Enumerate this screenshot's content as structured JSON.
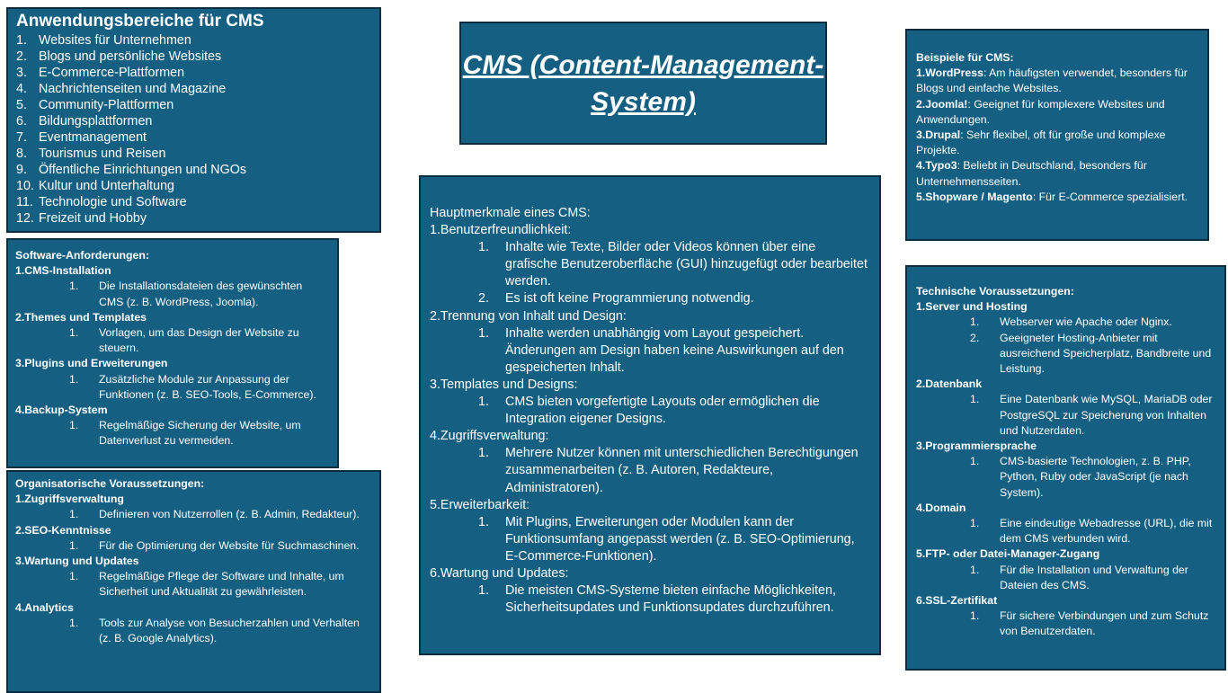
{
  "title": "CMS (Content-Management-System)",
  "applications": {
    "heading": "Anwendungsbereiche für CMS",
    "items": [
      "Websites für Unternehmen",
      "Blogs und persönliche Websites",
      "E-Commerce-Plattformen",
      "Nachrichtenseiten und Magazine",
      "Community-Plattformen",
      "Bildungsplattformen",
      "Eventmanagement",
      "Tourismus und Reisen",
      "Öffentliche Einrichtungen und NGOs",
      "Kultur und Unterhaltung",
      "Technologie und Software",
      "Freizeit und Hobby"
    ]
  },
  "software": {
    "heading": "Software-Anforderungen:",
    "sections": [
      {
        "title": "1.CMS-Installation",
        "subs": [
          "Die Installationsdateien des gewünschten CMS (z. B. WordPress, Joomla)."
        ]
      },
      {
        "title": "2.Themes und Templates",
        "subs": [
          "Vorlagen, um das Design der Website zu steuern."
        ]
      },
      {
        "title": "3.Plugins und Erweiterungen",
        "subs": [
          "Zusätzliche Module zur Anpassung der Funktionen (z. B. SEO-Tools, E-Commerce)."
        ]
      },
      {
        "title": "4.Backup-System",
        "subs": [
          "Regelmäßige Sicherung der Website, um Datenverlust zu vermeiden."
        ]
      }
    ]
  },
  "organisational": {
    "heading": "Organisatorische Voraussetzungen:",
    "sections": [
      {
        "title": "1.Zugriffsverwaltung",
        "subs": [
          "Definieren von Nutzerrollen (z. B. Admin, Redakteur)."
        ]
      },
      {
        "title": "2.SEO-Kenntnisse",
        "subs": [
          "Für die Optimierung der Website für Suchmaschinen."
        ]
      },
      {
        "title": "3.Wartung und Updates",
        "subs": [
          "Regelmäßige Pflege der Software und Inhalte, um Sicherheit und Aktualität zu gewährleisten."
        ]
      },
      {
        "title": "4.Analytics",
        "subs": [
          "Tools zur Analyse von Besucherzahlen und Verhalten (z. B. Google Analytics)."
        ]
      }
    ]
  },
  "features": {
    "heading": "Hauptmerkmale eines CMS:",
    "sections": [
      {
        "title": "1.Benutzerfreundlichkeit:",
        "subs": [
          "Inhalte wie Texte, Bilder oder Videos können über eine grafische Benutzeroberfläche (GUI) hinzugefügt oder bearbeitet werden.",
          "Es ist oft keine Programmierung notwendig."
        ]
      },
      {
        "title": "2.Trennung von Inhalt und Design:",
        "subs": [
          "Inhalte werden unabhängig vom Layout gespeichert. Änderungen am Design haben keine Auswirkungen auf den gespeicherten Inhalt."
        ]
      },
      {
        "title": "3.Templates und Designs:",
        "subs": [
          "CMS bieten vorgefertigte Layouts oder ermöglichen die Integration eigener Designs."
        ]
      },
      {
        "title": "4.Zugriffsverwaltung:",
        "subs": [
          "Mehrere Nutzer können mit unterschiedlichen Berechtigungen zusammenarbeiten (z. B. Autoren, Redakteure, Administratoren)."
        ]
      },
      {
        "title": "5.Erweiterbarkeit:",
        "subs": [
          "Mit Plugins, Erweiterungen oder Modulen kann der Funktionsumfang angepasst werden (z. B. SEO-Optimierung, E-Commerce-Funktionen)."
        ]
      },
      {
        "title": "6.Wartung und Updates:",
        "subs": [
          "Die meisten CMS-Systeme bieten einfache Möglichkeiten, Sicherheitsupdates und Funktionsupdates durchzuführen."
        ]
      }
    ]
  },
  "examples": {
    "heading": "Beispiele für CMS:",
    "items": [
      {
        "name": "1.WordPress",
        "text": ": Am häufigsten verwendet, besonders für Blogs und einfache Websites."
      },
      {
        "name": "2.Joomla!",
        "text": ": Geeignet für komplexere Websites und Anwendungen."
      },
      {
        "name": "3.Drupal",
        "text": ": Sehr flexibel, oft für große und komplexe Projekte."
      },
      {
        "name": "4.Typo3",
        "text": ": Beliebt in Deutschland, besonders für Unternehmensseiten."
      },
      {
        "name": "5.Shopware / Magento",
        "text": ": Für E-Commerce spezialisiert."
      }
    ]
  },
  "technical": {
    "heading": "Technische Voraussetzungen:",
    "sections": [
      {
        "title": "1.Server und Hosting",
        "subs": [
          "Webserver wie Apache oder Nginx.",
          "Geeigneter Hosting-Anbieter mit ausreichend Speicherplatz, Bandbreite und Leistung."
        ]
      },
      {
        "title": "2.Datenbank",
        "subs": [
          "Eine Datenbank wie MySQL, MariaDB oder PostgreSQL zur Speicherung von Inhalten und Nutzerdaten."
        ]
      },
      {
        "title": "3.Programmiersprache",
        "subs": [
          "CMS-basierte Technologien, z. B. PHP, Python, Ruby oder JavaScript (je nach System)."
        ]
      },
      {
        "title": "4.Domain",
        "subs": [
          "Eine eindeutige Webadresse (URL), die mit dem CMS verbunden wird."
        ]
      },
      {
        "title": "5.FTP- oder Datei-Manager-Zugang",
        "subs": [
          "Für die Installation und Verwaltung der Dateien des CMS."
        ]
      },
      {
        "title": "6.SSL-Zertifikat",
        "subs": [
          "Für sichere Verbindungen und zum Schutz von Benutzerdaten."
        ]
      }
    ]
  }
}
